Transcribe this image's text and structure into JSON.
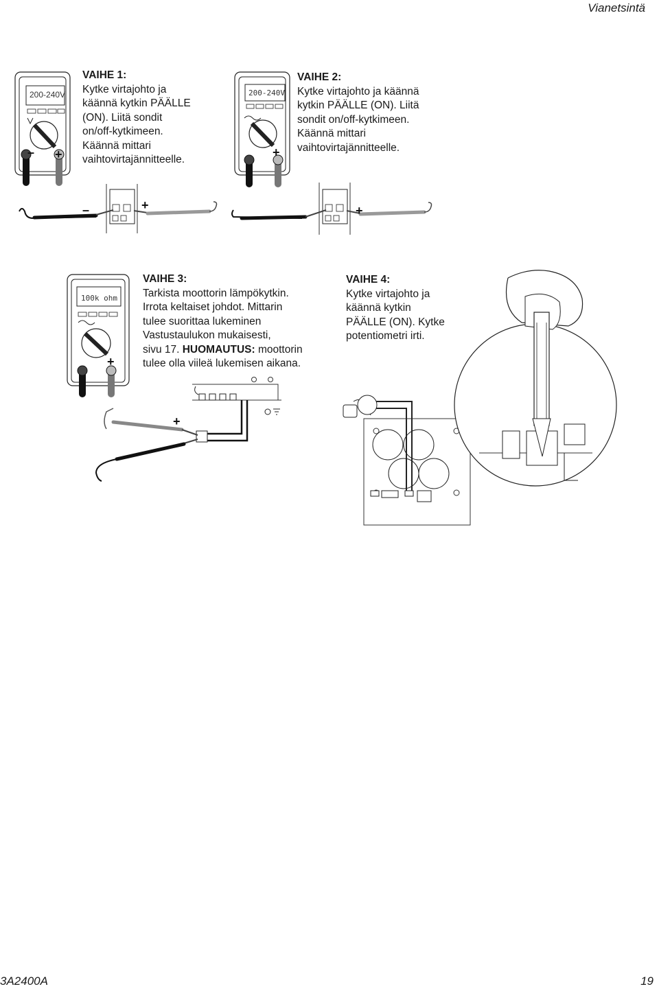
{
  "header": {
    "section_title": "Vianetsintä"
  },
  "footer": {
    "doc_code": "3A2400A",
    "page_number": "19"
  },
  "meters": {
    "meter1_display": "200-240V",
    "meter2_display": "200-240V",
    "meter3_display": "100k ohm"
  },
  "probe_marks": {
    "plus": "+",
    "minus": "–"
  },
  "steps": {
    "step1": {
      "heading": "VAIHE 1:",
      "lines": [
        "Kytke virtajohto ja",
        "käännä kytkin PÄÄLLE",
        "(ON). Liitä sondit",
        "on/off-kytkimeen.",
        "Käännä mittari",
        "vaihtovirtajännitteelle."
      ]
    },
    "step2": {
      "heading": "VAIHE 2:",
      "lines": [
        "Kytke virtajohto ja käännä",
        "kytkin PÄÄLLE (ON). Liitä",
        "sondit on/off-kytkimeen.",
        "Käännä mittari",
        "vaihtovirtajännitteelle."
      ]
    },
    "step3": {
      "heading": "VAIHE 3:",
      "lines": [
        "Tarkista moottorin lämpökytkin.",
        "Irrota keltaiset johdot. Mittarin",
        "tulee suorittaa lukeminen",
        "Vastustaulukon mukaisesti,",
        "sivu 17."
      ],
      "note_label": "HUOMAUTUS:",
      "note_rest": "moottorin",
      "last_line": "tulee olla viileä lukemisen aikana."
    },
    "step4": {
      "heading": "VAIHE 4:",
      "lines": [
        "Kytke virtajohto ja",
        "käännä kytkin",
        "PÄÄLLE (ON). Kytke",
        "potentiometri irti."
      ]
    }
  }
}
